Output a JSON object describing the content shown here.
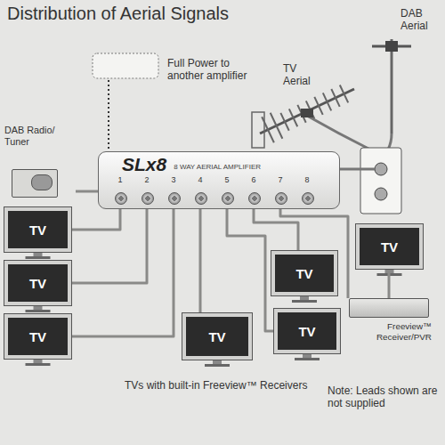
{
  "diagram": {
    "title": "Distribution of Aerial Signals",
    "nodes": [
      {
        "text": [
          "SLx8",
          "8 WAY AERIAL AMPLIFIER"
        ]
      },
      {
        "text": [
          "DAB Radio/ Tuner"
        ]
      },
      {
        "text": [
          "TV"
        ]
      },
      {
        "text": [
          "TV"
        ]
      },
      {
        "text": [
          "TV"
        ]
      },
      {
        "text": [
          "TV"
        ]
      },
      {
        "text": [
          "TV"
        ]
      },
      {
        "text": [
          "TV"
        ]
      },
      {
        "text": [
          "Freeview™ Receiver/PVR"
        ]
      },
      {
        "text": [
          "TV"
        ]
      }
    ],
    "edges": [
      {
        "from": 0,
        "to": 1,
        "arrow": "none"
      },
      {
        "from": 0,
        "to": 2,
        "arrow": "none"
      },
      {
        "from": 0,
        "to": 3,
        "arrow": "none"
      },
      {
        "from": 0,
        "to": 4,
        "arrow": "none"
      },
      {
        "from": 0,
        "to": 5,
        "arrow": "none"
      },
      {
        "from": 0,
        "to": 7,
        "arrow": "none"
      },
      {
        "from": 0,
        "to": 6,
        "arrow": "none"
      },
      {
        "from": 0,
        "to": 8,
        "arrow": "none"
      },
      {
        "from": 8,
        "to": 9,
        "arrow": "none"
      }
    ],
    "labels": [
      "Full Power to another amplifier",
      "TV Aerial",
      "DAB Aerial",
      "1",
      "2",
      "3",
      "4",
      "5",
      "6",
      "7",
      "8",
      "TVs with built-in Freeview™ Receivers",
      "Note: Leads shown are not supplied"
    ]
  }
}
